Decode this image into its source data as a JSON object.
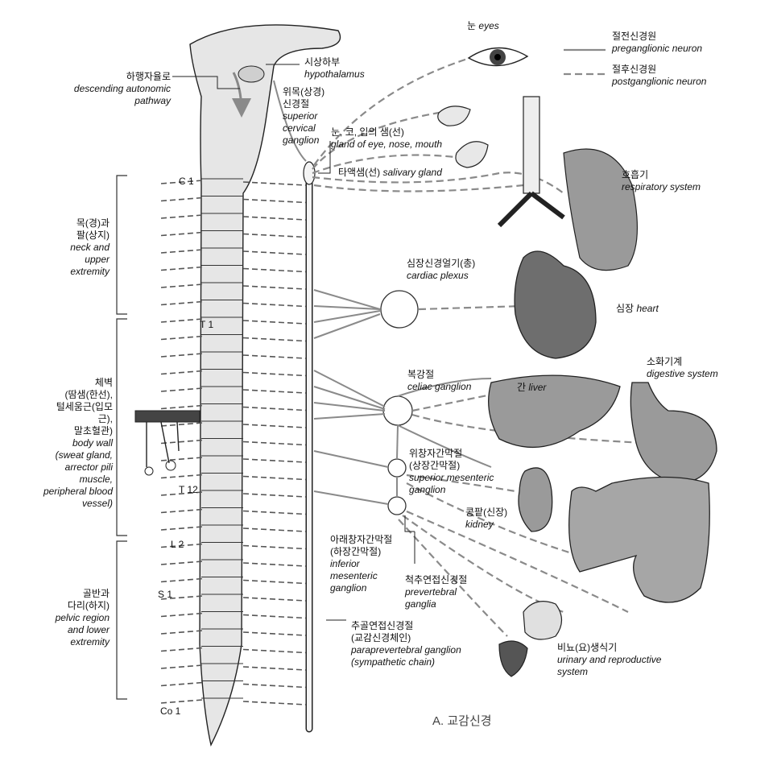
{
  "legend": {
    "preganglionic": {
      "ko": "절전신경원",
      "en": "preganglionic neuron"
    },
    "postganglionic": {
      "ko": "절후신경원",
      "en": "postganglionic neuron"
    }
  },
  "labels": {
    "descending": {
      "ko": "하행자율로",
      "en1": "descending autonomic",
      "en2": "pathway"
    },
    "hypothalamus": {
      "ko": "시상하부",
      "en": "hypothalamus"
    },
    "superior_cervical": {
      "ko1": "위목(상경)",
      "ko2": "신경절",
      "en1": "superior",
      "en2": "cervical",
      "en3": "ganglion"
    },
    "eyes": {
      "ko": "눈",
      "en": "eyes"
    },
    "glands": {
      "ko": "눈, 코, 입의 샘(선)",
      "en": "gland of eye, nose, mouth"
    },
    "salivary": {
      "ko": "타액샘(선)",
      "en": "salivary gland"
    },
    "respiratory": {
      "ko": "호흡기",
      "en": "respiratory system"
    },
    "cardiac_plexus": {
      "ko": "심장신경얼기(총)",
      "en": "cardiac plexus"
    },
    "heart": {
      "ko": "심장",
      "en": "heart"
    },
    "celiac": {
      "ko": "복강절",
      "en": "celiac ganglion"
    },
    "liver": {
      "ko": "간",
      "en": "liver"
    },
    "digestive": {
      "ko": "소화기계",
      "en": "digestive system"
    },
    "sup_mesenteric": {
      "ko1": "위창자간막절",
      "ko2": "(상장간막절)",
      "en1": "superior mesenteric",
      "en2": "ganglion"
    },
    "kidney": {
      "ko": "콩팥(신장)",
      "en": "kidney"
    },
    "inf_mesenteric": {
      "ko1": "아래창자간막절",
      "ko2": "(하장간막절)",
      "en1": "inferior",
      "en2": "mesenteric",
      "en3": "ganglion"
    },
    "prevertebral": {
      "ko": "척추연접신경절",
      "en1": "prevertebral",
      "en2": "ganglia"
    },
    "paravertebral": {
      "ko1": "추골연접신경절",
      "ko2": "(교감신경체인)",
      "en1": "paraprevertebral ganglion",
      "en2": "(sympathetic chain)"
    },
    "urinary": {
      "ko": "비뇨(요)생식기",
      "en1": "urinary and reproductive",
      "en2": "system"
    },
    "neck": {
      "ko1": "목(경)과",
      "ko2": "팔(상지)",
      "en1": "neck and",
      "en2": "upper",
      "en3": "extremity"
    },
    "body_wall": {
      "ko1": "체벽",
      "ko2": "(땀샘(한선),",
      "ko3": "털세움근(입모",
      "ko4": "근),",
      "ko5": "말초혈관)",
      "en1": "body wall",
      "en2": "(sweat gland,",
      "en3": "arrector pili",
      "en4": "muscle,",
      "en5": "peripheral blood",
      "en6": "vessel)"
    },
    "pelvic": {
      "ko1": "골반과",
      "ko2": "다리(하지)",
      "en1": "pelvic region",
      "en2": "and lower",
      "en3": "extremity"
    }
  },
  "segments": {
    "c1": "C 1",
    "t1": "T 1",
    "t12": "T 12",
    "l2": "L 2",
    "s1": "S 1",
    "co1": "Co 1"
  },
  "caption": "A. 교감신경",
  "colors": {
    "line": "#8a8a8a",
    "organ": "#9a9a9a",
    "organ_dark": "#6e6e6e",
    "cord": "#e3e3e3",
    "stroke": "#222222"
  }
}
